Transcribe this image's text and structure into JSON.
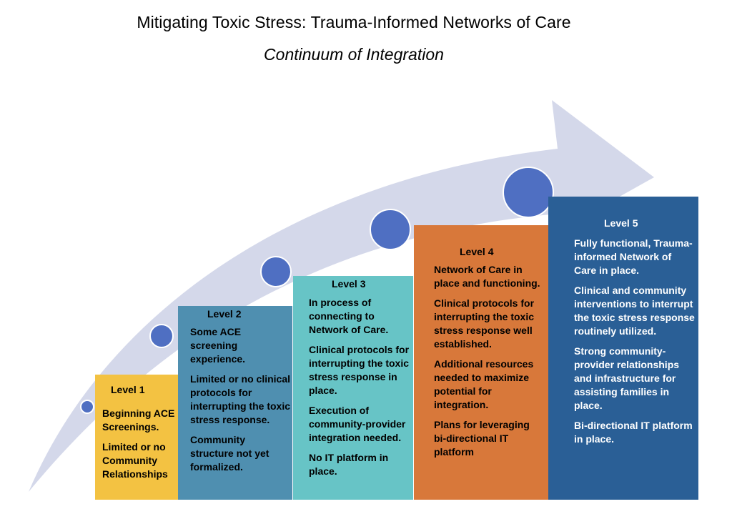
{
  "title": "Mitigating Toxic Stress: Trauma-Informed Networks of Care",
  "subtitle": "Continuum of Integration",
  "colors": {
    "arrow": "#d4d8ea",
    "circle": "#4f6fc2",
    "circle_stroke": "#ffffff",
    "level1": "#f3c242",
    "level2": "#4f8fb0",
    "level3": "#67c4c6",
    "level4": "#d8783a",
    "level5": "#2a5f96"
  },
  "levels": [
    {
      "title": "Level 1",
      "items": [
        "Beginning ACE Screenings.",
        "Limited or no Community Relationships"
      ]
    },
    {
      "title": "Level 2",
      "items": [
        "Some ACE screening experience.",
        "Limited or no clinical protocols for interrupting the toxic stress response.",
        "Community structure not yet formalized."
      ]
    },
    {
      "title": "Level 3",
      "items": [
        "In process of connecting to Network of Care.",
        "Clinical protocols for interrupting the toxic stress response in place.",
        "Execution of community-provider integration needed.",
        "No IT platform in place."
      ]
    },
    {
      "title": "Level 4",
      "items": [
        "Network of Care in place and functioning.",
        "Clinical protocols for interrupting the toxic stress response well established.",
        "Additional resources needed to maximize potential for integration.",
        "Plans for leveraging bi-directional IT platform"
      ]
    },
    {
      "title": "Level 5",
      "items": [
        "Fully functional, Trauma-informed Network of Care in place.",
        "Clinical and community interventions to interrupt the toxic stress response routinely utilized.",
        "Strong community-provider relationships and infrastructure for assisting families in place.",
        "Bi-directional IT platform in place."
      ]
    }
  ]
}
